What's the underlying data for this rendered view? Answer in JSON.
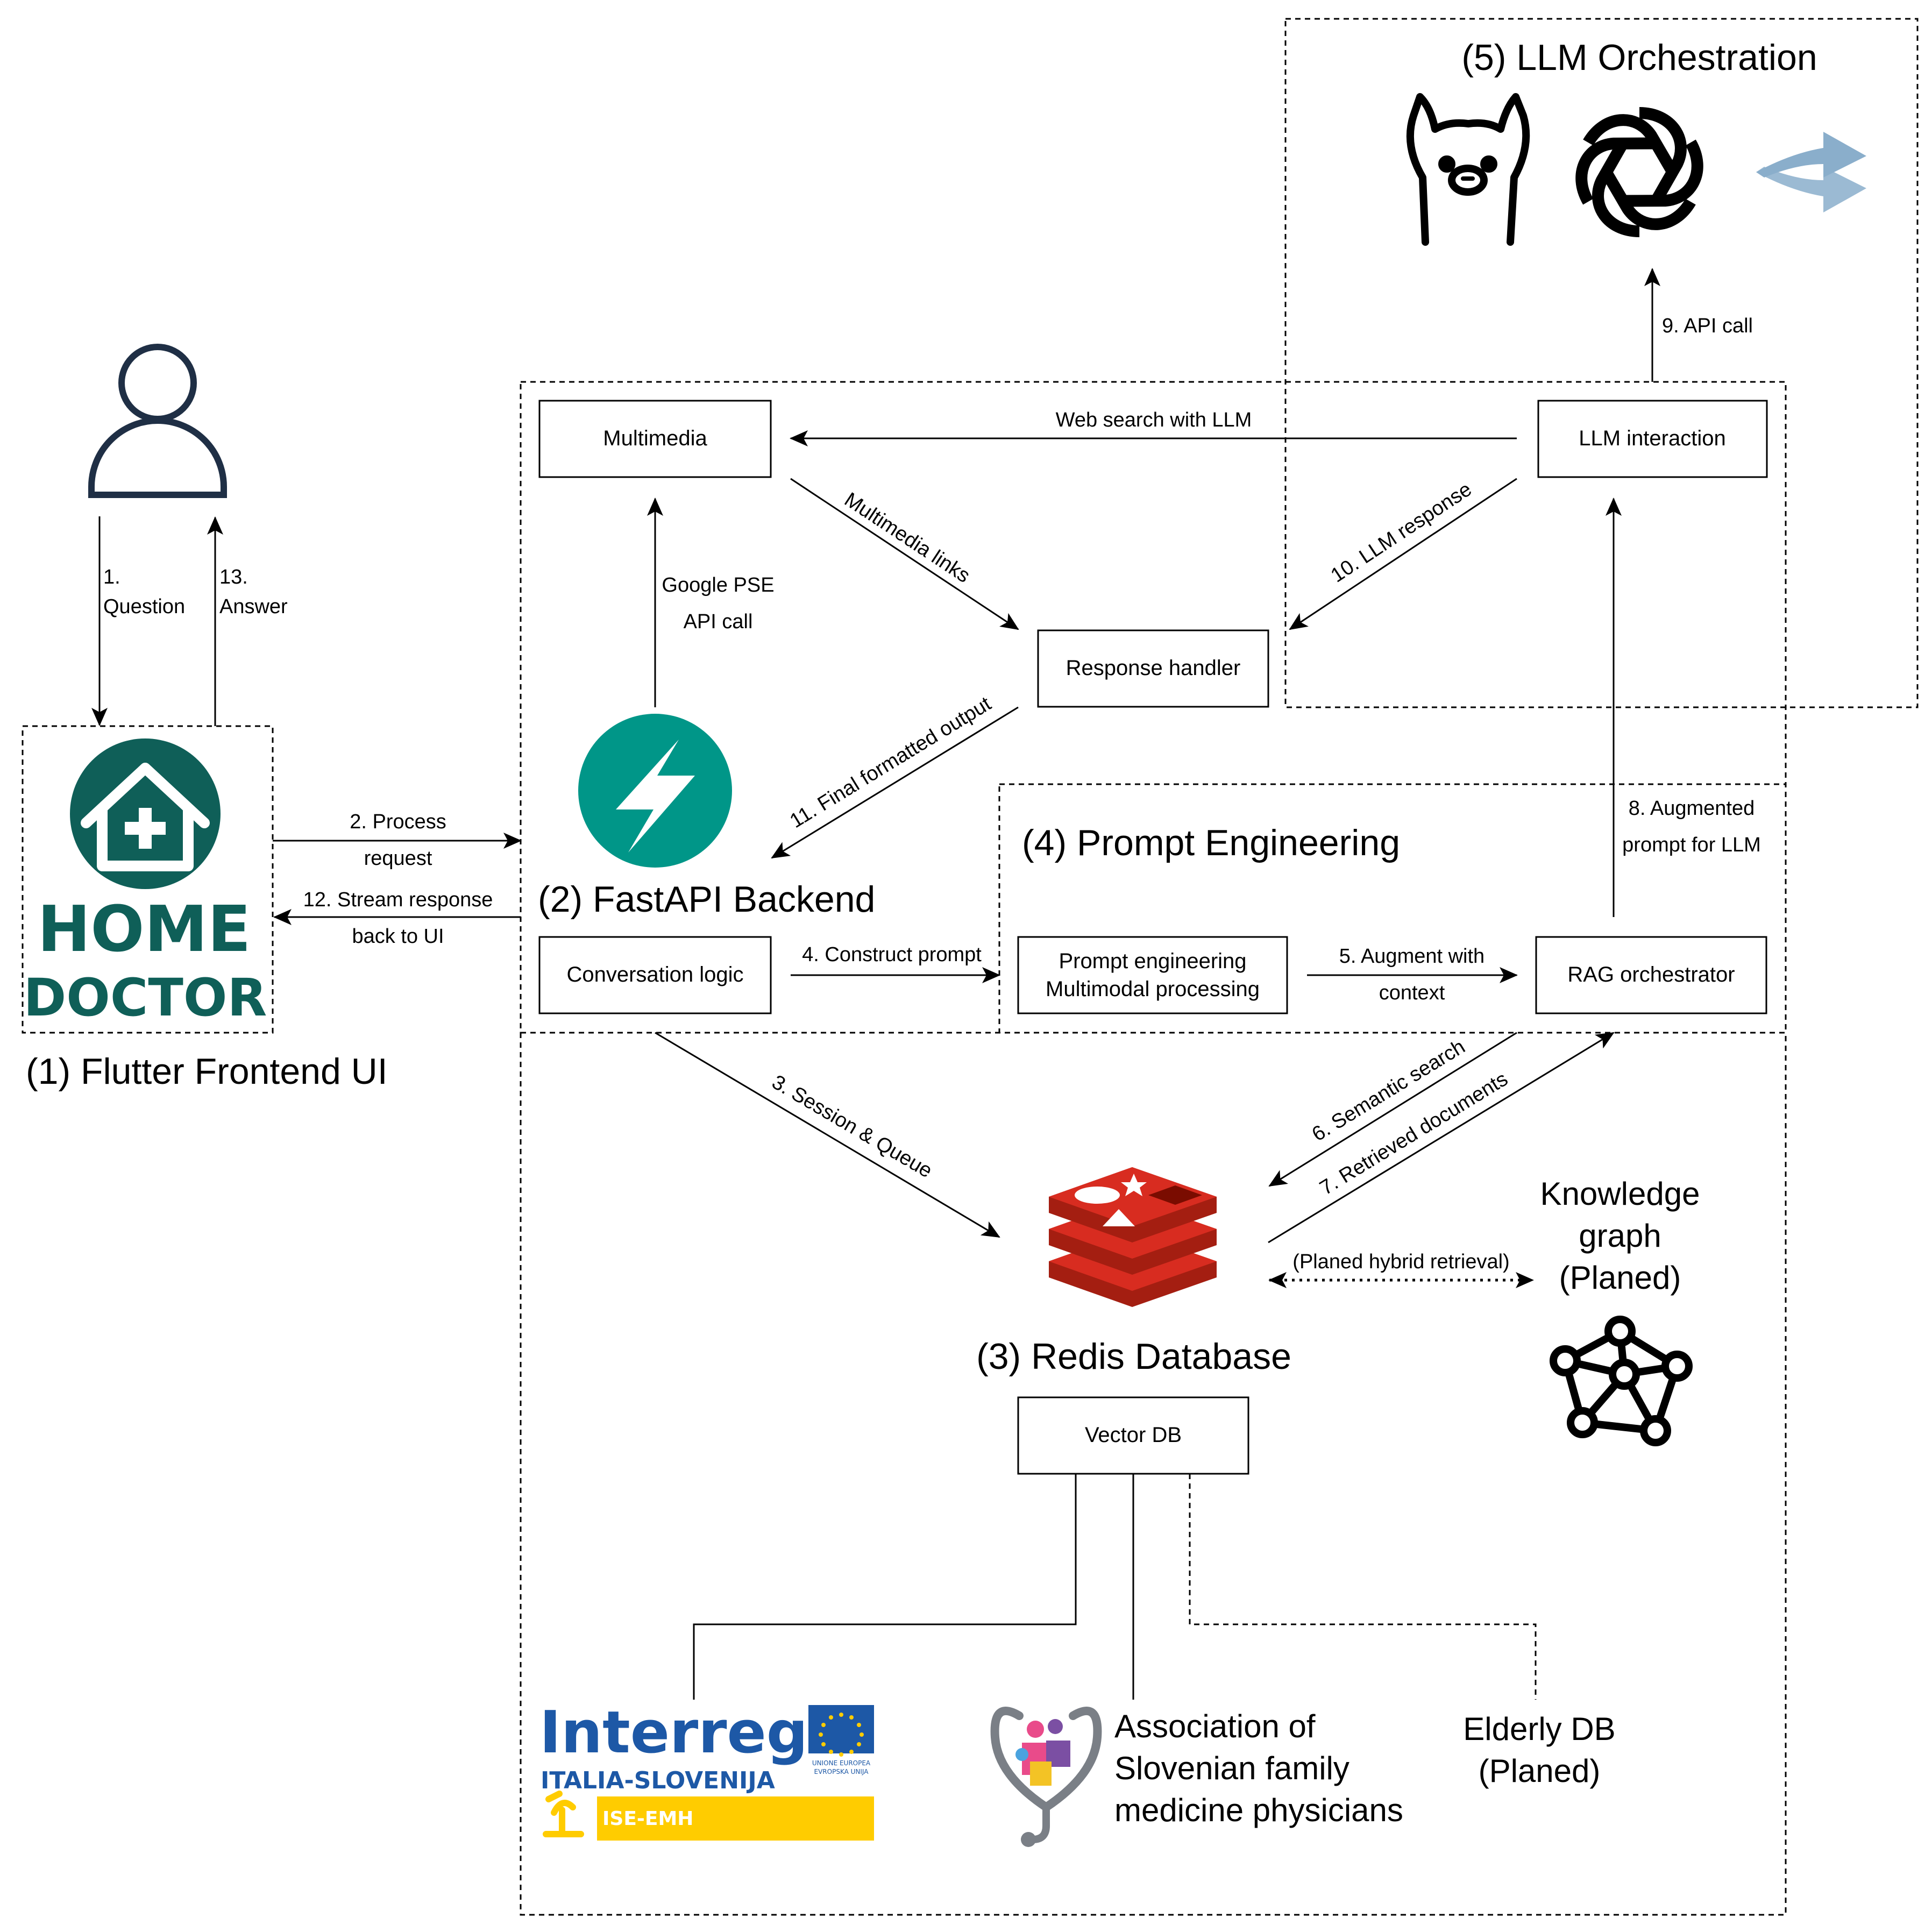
{
  "sections": {
    "frontend": "(1) Flutter Frontend UI",
    "backend": "(2) FastAPI Backend",
    "redis": "(3) Redis Database",
    "prompt": "(4) Prompt Engineering",
    "llm": "(5) LLM Orchestration"
  },
  "boxes": {
    "multimedia": "Multimedia",
    "llm_interaction": "LLM interaction",
    "response_handler": "Response handler",
    "conversation_logic": "Conversation logic",
    "prompt_line1": "Prompt engineering",
    "prompt_line2": "Multimodal processing",
    "rag": "RAG orchestrator",
    "vector_db": "Vector DB"
  },
  "edges": {
    "e1_num": "1.",
    "e1_text": "Question",
    "e13_num": "13.",
    "e13_text": "Answer",
    "e2_line1": "2. Process",
    "e2_line2": "request",
    "e12_line1": "12. Stream response",
    "e12_line2": "back to UI",
    "pse_line1": "Google PSE",
    "pse_line2": "API call",
    "web_search": "Web search with LLM",
    "mm_links": "Multimedia links",
    "llm_response": "10. LLM response",
    "final_output": "11. Final formatted output",
    "construct": "4. Construct prompt",
    "augment_line1": "5. Augment with",
    "augment_line2": "context",
    "augmented_line1": "8. Augmented",
    "augmented_line2": "prompt for LLM",
    "api_call": "9. API call",
    "session": "3. Session & Queue",
    "semantic": "6. Semantic search",
    "retrieved": "7. Retrieved documents",
    "hybrid": "(Planed hybrid retrieval)"
  },
  "logos": {
    "home_line1": "HOME",
    "home_line2": "DOCTOR",
    "interreg": "Interreg",
    "italia": "ITALIA-SLOVENIJA",
    "ise": "ISE-EMH",
    "eu_tiny_1": "UNIONE EUROPEA",
    "eu_tiny_2": "EVROPSKA UNIJA"
  },
  "sources": {
    "assoc_line1": "Association of",
    "assoc_line2": "Slovenian family",
    "assoc_line3": "medicine physicians",
    "elderly_line1": "Elderly DB",
    "elderly_line2": "(Planed)"
  },
  "knowledge_graph": {
    "line1": "Knowledge",
    "line2": "graph",
    "line3": "(Planed)"
  },
  "colors": {
    "home_teal": "#0f5f58",
    "fastapi_teal": "#009688",
    "redis_red": "#d82c20",
    "interreg_blue": "#1d58a6",
    "eu_yellow": "#ffcc00",
    "arrow_icon_blue": "#8aaecb"
  },
  "icons": [
    "user-icon",
    "home-doctor-logo",
    "fastapi-logo",
    "llama-icon",
    "openai-icon",
    "langchain-arrows-icon",
    "redis-logo",
    "knowledge-graph-icon",
    "interreg-logo",
    "eu-flag-icon",
    "family-physicians-logo"
  ]
}
